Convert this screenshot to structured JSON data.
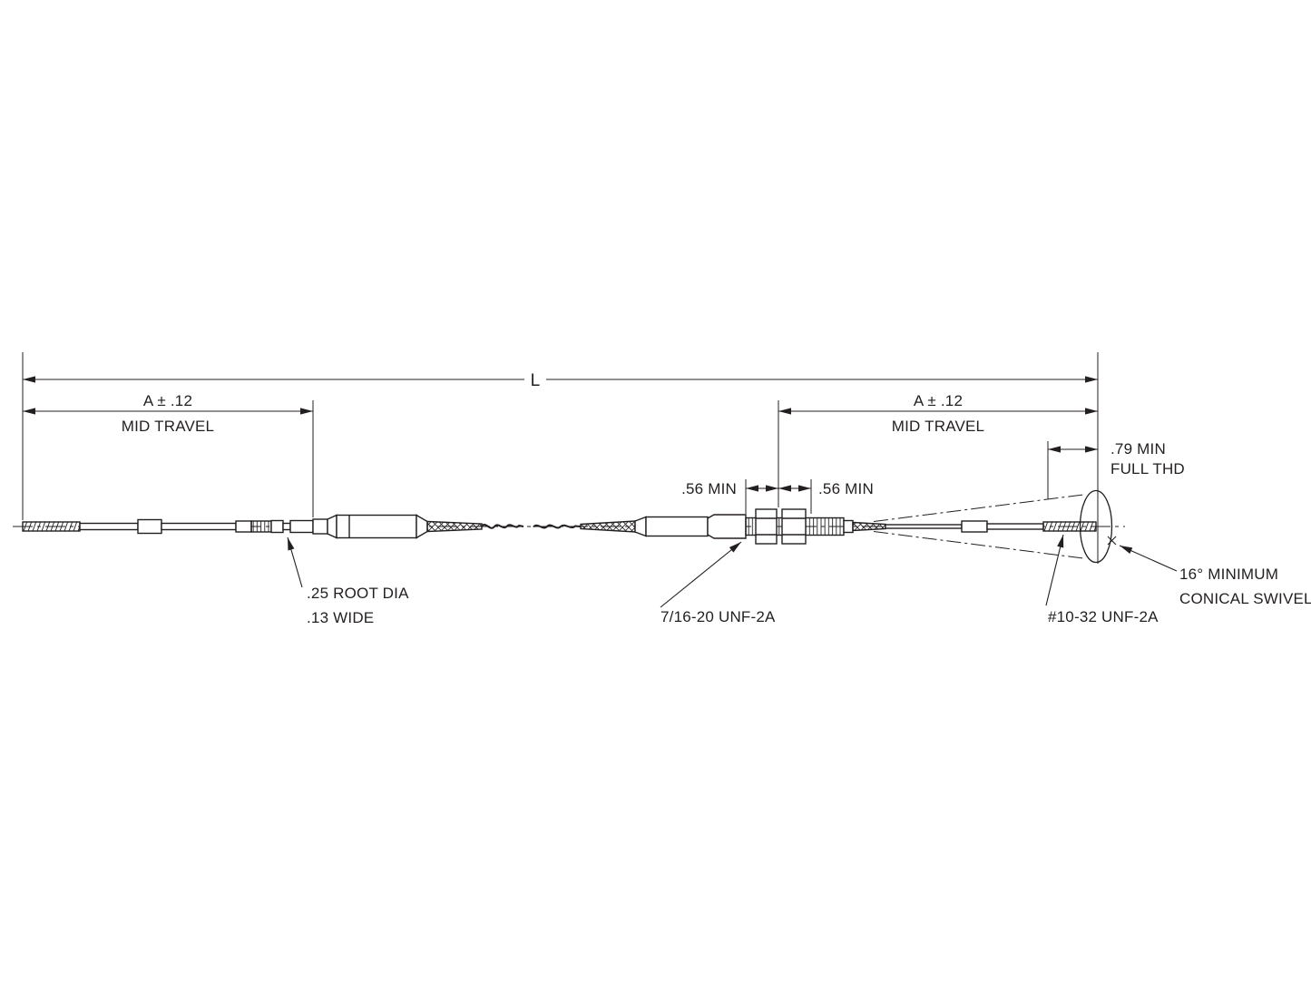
{
  "colors": {
    "ink": "#231f20",
    "background": "#ffffff"
  },
  "dimensions": {
    "overall_length": {
      "label": "L"
    },
    "travel_left": {
      "value": "A ± .12",
      "caption": "MID TRAVEL"
    },
    "travel_right": {
      "value": "A ± .12",
      "caption": "MID TRAVEL"
    },
    "full_thread": {
      "value": ".79 MIN",
      "caption": "FULL THD"
    },
    "min_thread_left": {
      "value": ".56 MIN"
    },
    "min_thread_right": {
      "value": ".56 MIN"
    }
  },
  "callouts": {
    "groove": {
      "line1": ".25 ROOT DIA",
      "line2": ".13 WIDE"
    },
    "bulkhead_thread": {
      "label": "7/16-20 UNF-2A"
    },
    "rod_end_thread": {
      "label": "#10-32 UNF-2A"
    },
    "conical_swivel": {
      "line1": "16° MINIMUM",
      "line2": "CONICAL SWIVEL"
    }
  }
}
